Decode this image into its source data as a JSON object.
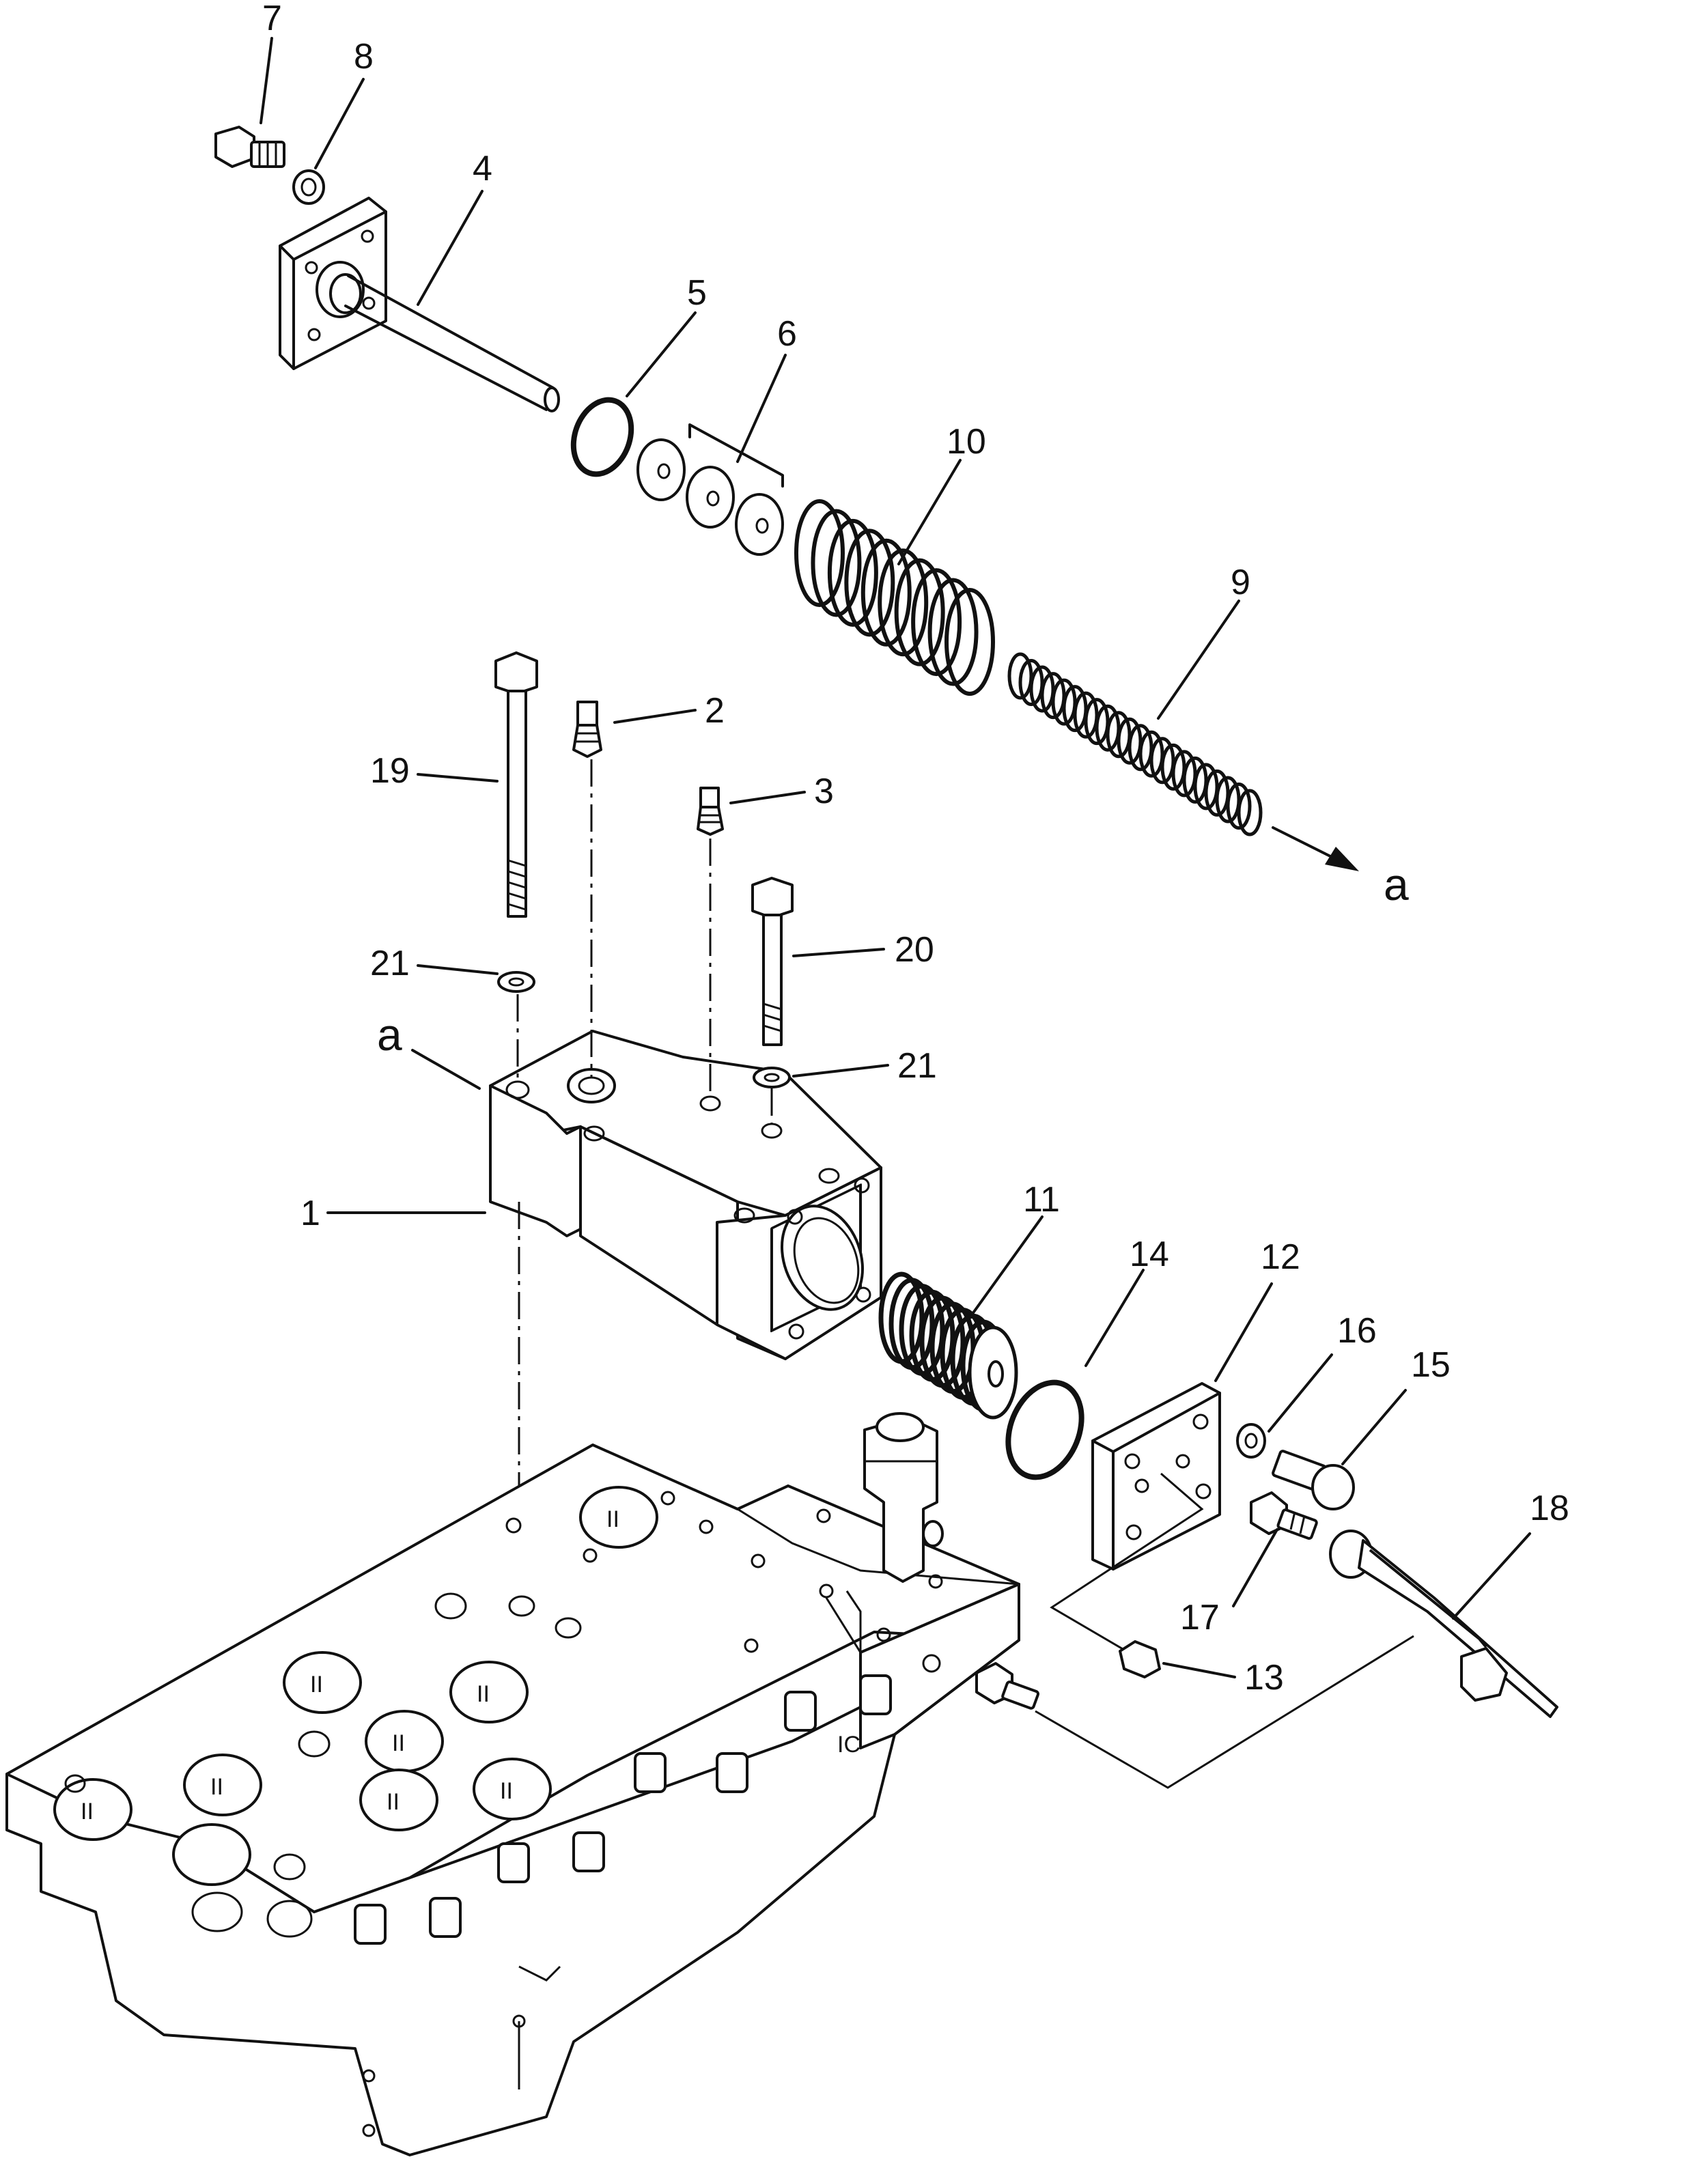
{
  "callouts": {
    "c1": "1",
    "c2": "2",
    "c3": "3",
    "c4": "4",
    "c5": "5",
    "c6": "6",
    "c7": "7",
    "c8": "8",
    "c9": "9",
    "c10": "10",
    "c11": "11",
    "c12": "12",
    "c13": "13",
    "c14": "14",
    "c15": "15",
    "c16": "16",
    "c17": "17",
    "c18": "18",
    "c19": "19",
    "c20": "20",
    "c21a": "21",
    "c21b": "21"
  },
  "references": {
    "a_top": "a",
    "a_left": "a"
  },
  "part_codes": [
    "II",
    "II",
    "II",
    "II",
    "II",
    "II",
    "II",
    "II",
    "IC"
  ]
}
